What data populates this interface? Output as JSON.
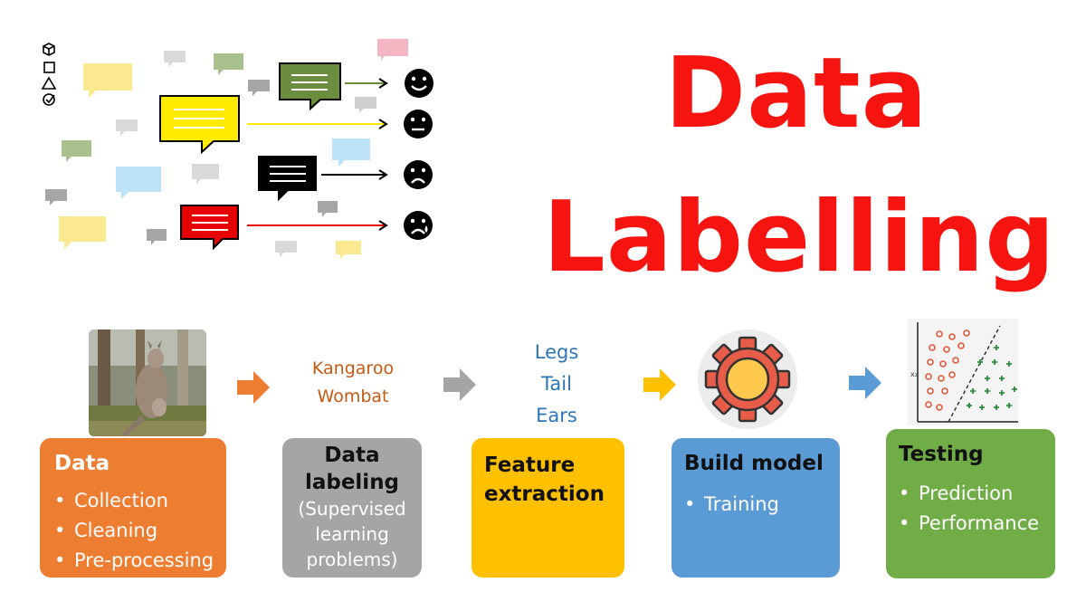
{
  "title": {
    "line1": "Data",
    "line2": "Labelling"
  },
  "palette": {
    "title_red": "#f5140f",
    "orange": "#ed7d31",
    "gray": "#a5a5a5",
    "gold": "#ffc000",
    "blue": "#5b9bd5",
    "green": "#70ad47"
  },
  "feedback_illustration": {
    "left_icons": [
      "cube-icon",
      "square-icon",
      "triangle-icon",
      "check-circle-icon"
    ],
    "rows": [
      {
        "bubble_color": "#6b8e3e",
        "arrow_color": "#6b8e3e",
        "face": "happy-face-icon"
      },
      {
        "bubble_color": "#ffeb00",
        "arrow_color": "#ffeb00",
        "face": "neutral-face-icon"
      },
      {
        "bubble_color": "#000000",
        "arrow_color": "#000000",
        "face": "sad-face-icon"
      },
      {
        "bubble_color": "#e60000",
        "arrow_color": "#e60000",
        "face": "crying-face-icon"
      }
    ]
  },
  "pipeline": {
    "photo_icon": "kangaroo-photo",
    "label_words": [
      "Kangaroo",
      "Wombat"
    ],
    "feature_words": [
      "Legs",
      "Tail",
      "Ears"
    ],
    "model_icon": "gear-icon",
    "plot_icon": "scatter-plot-icon",
    "plot_axis_label": "x₂",
    "arrows": [
      {
        "icon": "arrow-right-icon",
        "color": "#ed7d31"
      },
      {
        "icon": "arrow-right-icon",
        "color": "#a5a5a5"
      },
      {
        "icon": "arrow-right-icon",
        "color": "#ffc000"
      },
      {
        "icon": "arrow-right-icon",
        "color": "#5b9bd5"
      }
    ],
    "stages": {
      "data": {
        "title": "Data",
        "items": [
          "Collection",
          "Cleaning",
          "Pre-processing"
        ]
      },
      "labeling": {
        "title_line1": "Data",
        "title_line2": "labeling",
        "sub_line1": "(Supervised",
        "sub_line2": "learning",
        "sub_line3": "problems)"
      },
      "feature": {
        "title_line1": "Feature",
        "title_line2": "extraction"
      },
      "build": {
        "title": "Build model",
        "items": [
          "Training"
        ]
      },
      "testing": {
        "title": "Testing",
        "items": [
          "Prediction",
          "Performance"
        ]
      }
    }
  }
}
